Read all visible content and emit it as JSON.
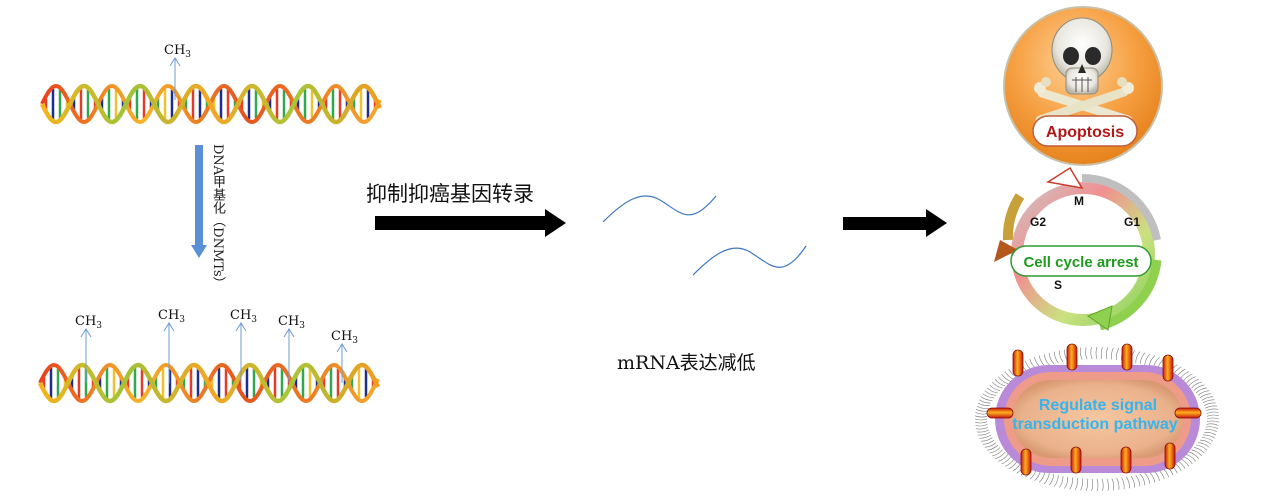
{
  "methyl_label": "CH3",
  "left_panel": {
    "process_label": "DNA甲基化（DNMTs）"
  },
  "middle_panel": {
    "arrow_label": "抑制抑癌基因转录",
    "mrna_label": "mRNA表达减低"
  },
  "right_panel": {
    "apoptosis_label": "Apoptosis",
    "cell_cycle": {
      "title": "Cell cycle arrest",
      "phases": [
        "M",
        "G1",
        "G2",
        "S"
      ]
    },
    "signal": {
      "line1": "Regulate signal",
      "line2": "transduction pathway"
    }
  },
  "colors": {
    "arrow_blue": "#5b8fd6",
    "black_arrow": "#000000",
    "mrna_curve": "#3d78c2",
    "apoptosis_orange": "#f39a2c",
    "apoptosis_text": "#b01818",
    "cell_cycle_text": "#1e9a1e",
    "signal_text": "#35b4ee"
  }
}
